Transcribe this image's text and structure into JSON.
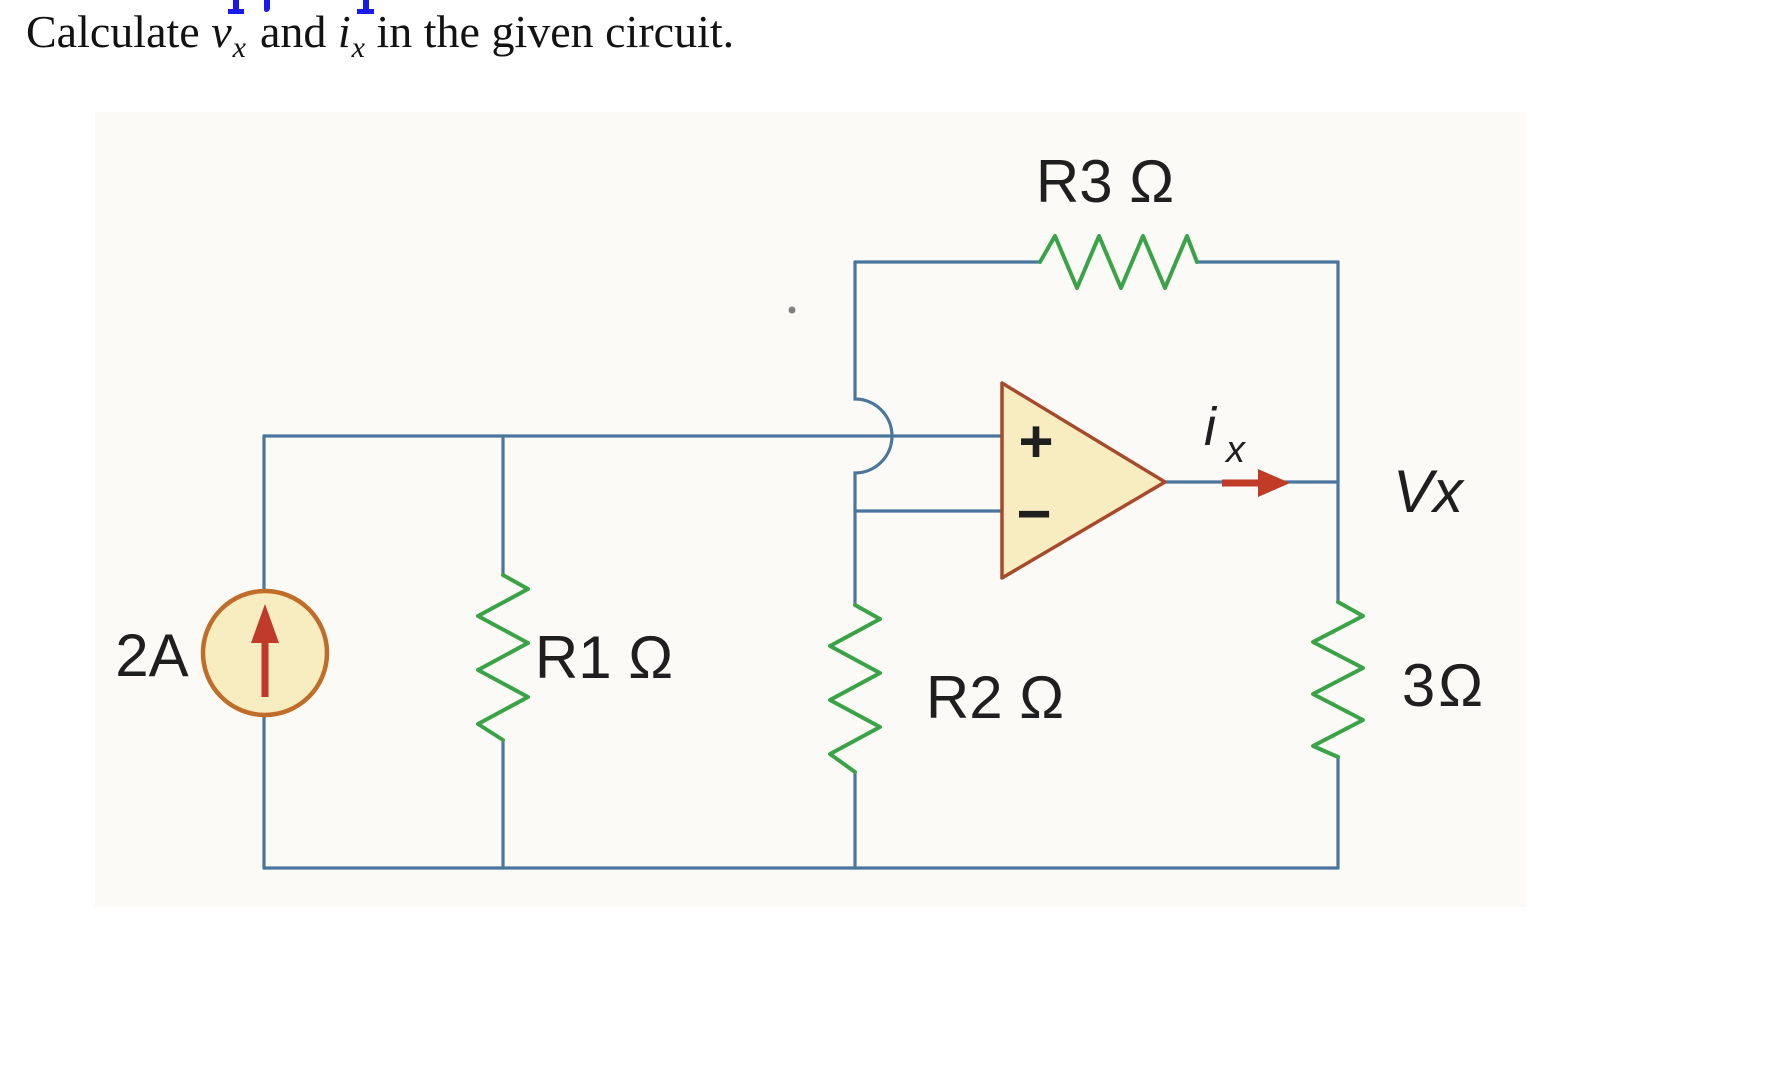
{
  "question": {
    "prefix": "Calculate ",
    "var1": "v",
    "var1_sub": "x",
    "conj": "and ",
    "var2": "i",
    "var2_sub": "x",
    "suffix": " in the given circuit."
  },
  "circuit": {
    "source_label": "2A",
    "r1_label": "R1 Ω",
    "r2_label": "R2 Ω",
    "r3_label": "R3 Ω",
    "load_label": "3Ω",
    "node_label": "Vx",
    "current_name": "i",
    "current_sub": "x",
    "opamp_plus": "+",
    "opamp_minus": "−"
  },
  "icons": {
    "source_arrow": "up-arrow",
    "current_arrow": "right-arrow",
    "plus_input": "+",
    "minus_input": "−"
  },
  "colors": {
    "wire_blue": "#4a769e",
    "resistor_green": "#3aa348",
    "component_fill": "#f8ecc1",
    "opamp_stroke": "#a7492b",
    "source_stroke": "#bf6d28",
    "arrow_red": "#c23b27",
    "minus_olive": "#9a9a52",
    "text_black": "#1f1f1f",
    "link_blue": "#1a1aeb"
  }
}
